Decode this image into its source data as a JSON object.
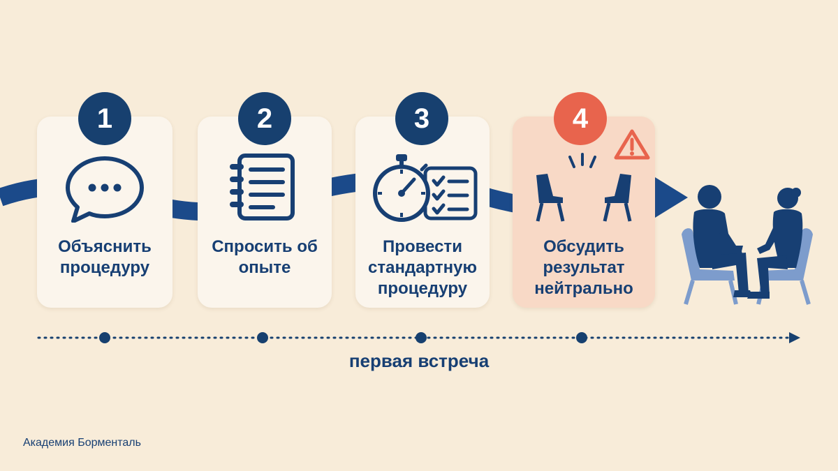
{
  "steps": [
    {
      "number": "1",
      "label": "Объяснить процедуру",
      "icon": "speech-bubble-icon",
      "warning": false
    },
    {
      "number": "2",
      "label": "Спросить об опыте",
      "icon": "notebook-icon",
      "warning": false
    },
    {
      "number": "3",
      "label": "Провести стандартную процедуру",
      "icon": "stopwatch-checklist-icon",
      "warning": false
    },
    {
      "number": "4",
      "label": "Обсудить результат нейтрально",
      "icon": "two-chairs-icon",
      "warning": true
    }
  ],
  "warning_icon": "warning-triangle-icon",
  "end_illustration": "two-people-seated-conversation",
  "timeline_label": "первая встреча",
  "footer_text": "Академия Борменталь",
  "colors": {
    "background": "#f8ecd9",
    "navy": "#17406f",
    "ribbon": "#1b4a8a",
    "accent": "#e8644d",
    "warning_card": "#f8d9c6",
    "chair_fill": "#7d9ccc"
  }
}
